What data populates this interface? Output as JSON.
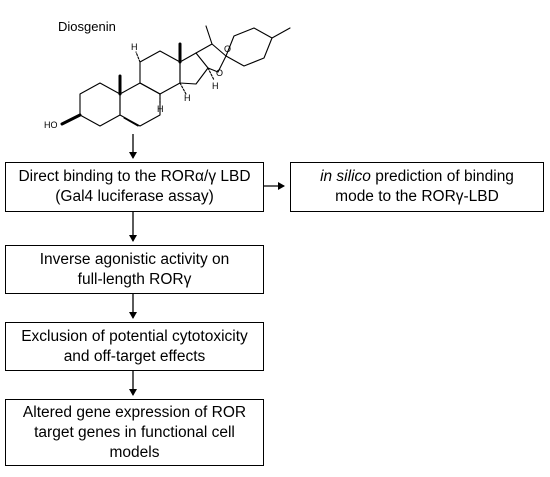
{
  "molecule": {
    "name": "Diosgenin",
    "hydroxyl_label": "HO",
    "oxygen_label": "O",
    "hydrogen_label": "H"
  },
  "boxes": {
    "direct_binding": {
      "line1": "Direct binding to the RORα/γ LBD",
      "line2": "(Gal4 luciferase assay)"
    },
    "in_silico": {
      "line1_italic": "in silico",
      "line1_rest": " prediction of binding",
      "line2": "mode to the RORγ-LBD"
    },
    "inverse_agonistic": {
      "line1": "Inverse agonistic activity on",
      "line2": "full-length RORγ"
    },
    "exclusion": {
      "line1": "Exclusion of potential cytotoxicity",
      "line2": "and off-target effects"
    },
    "gene_expression": {
      "line1": "Altered gene expression of ROR",
      "line2": "target genes in functional cell",
      "line3": "models"
    }
  }
}
